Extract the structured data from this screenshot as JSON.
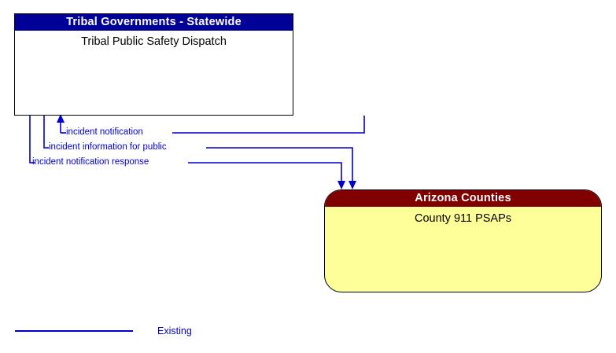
{
  "diagram": {
    "elements": [
      {
        "id": "tribal",
        "header": "Tribal Governments - Statewide",
        "title": "Tribal Public Safety Dispatch",
        "header_color": "#000099",
        "body_color": "#ffffff",
        "shape": "rectangle"
      },
      {
        "id": "counties",
        "header": "Arizona Counties",
        "title": "County 911 PSAPs",
        "header_color": "#800000",
        "body_color": "#ffff99",
        "shape": "rounded"
      }
    ],
    "flows": [
      {
        "id": "flow-incident-notification",
        "label": "incident notification",
        "direction": "counties-to-tribal",
        "style": "Existing",
        "color": "#0000cc"
      },
      {
        "id": "flow-incident-information-for-public",
        "label": "incident information for public",
        "direction": "tribal-to-counties",
        "style": "Existing",
        "color": "#0000cc"
      },
      {
        "id": "flow-incident-notification-response",
        "label": "incident notification response",
        "direction": "tribal-to-counties",
        "style": "Existing",
        "color": "#0000cc"
      }
    ],
    "legend": {
      "items": [
        {
          "label": "Existing",
          "color": "#0000cc"
        }
      ]
    }
  }
}
